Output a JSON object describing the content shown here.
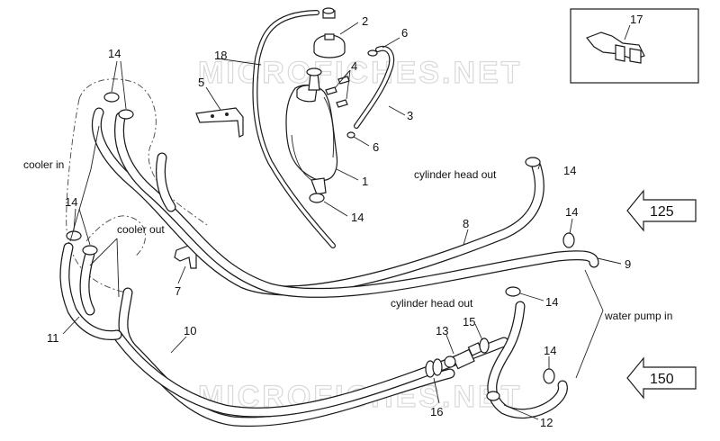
{
  "watermark": {
    "top": "MICROFICHES.NET",
    "bottom": "MICROFICHES.NET"
  },
  "callouts": {
    "c1": "1",
    "c2": "2",
    "c3": "3",
    "c4": "4",
    "c5": "5",
    "c6a": "6",
    "c6b": "6",
    "c7": "7",
    "c8": "8",
    "c9": "9",
    "c10": "10",
    "c11": "11",
    "c12": "12",
    "c13": "13",
    "c14a": "14",
    "c14b": "14",
    "c14c": "14",
    "c14d": "14",
    "c14e": "14",
    "c14f": "14",
    "c14g": "14",
    "c15": "15",
    "c16": "16",
    "c17": "17",
    "c18": "18"
  },
  "labels": {
    "cooler_in": "cooler in",
    "cooler_out": "cooler out",
    "cyl_head_out_top": "cylinder head out",
    "cyl_head_out_bottom": "cylinder head out",
    "water_pump_in": "water pump in"
  },
  "ref_arrows": {
    "upper": "125",
    "lower": "150"
  }
}
